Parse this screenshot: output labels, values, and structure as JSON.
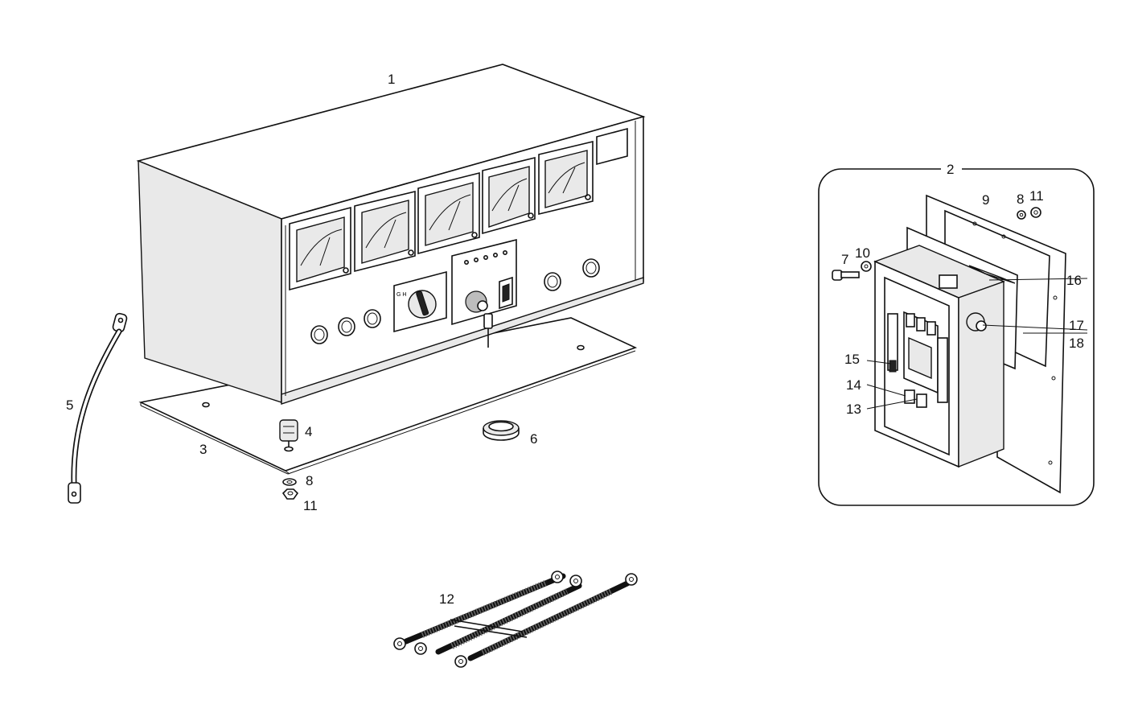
{
  "part_labels": {
    "p1": "1",
    "p2": "2",
    "p3": "3",
    "p4": "4",
    "p5": "5",
    "p6": "6",
    "p7": "7",
    "p8a": "8",
    "p8b": "8",
    "p9": "9",
    "p10": "10",
    "p11a": "11",
    "p11b": "11",
    "p12": "12",
    "p13": "13",
    "p14": "14",
    "p15": "15",
    "p16": "16",
    "p17": "17",
    "p18": "18"
  },
  "colors": {
    "line": "#111111",
    "background": "#ffffff",
    "shade": "#e9e9e9"
  }
}
